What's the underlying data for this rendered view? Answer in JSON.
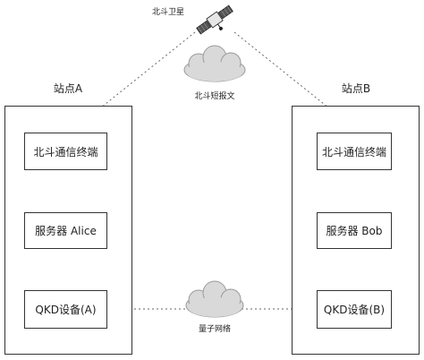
{
  "satellite": {
    "label": "北斗卫星",
    "icon": "satellite-icon"
  },
  "links": {
    "beidou_sms_label": "北斗短报文",
    "quantum_network_label": "量子网络"
  },
  "site_a": {
    "title": "站点A",
    "terminal": "北斗通信终端",
    "server": "服务器 Alice",
    "qkd": "QKD设备(A)"
  },
  "site_b": {
    "title": "站点B",
    "terminal": "北斗通信终端",
    "server": "服务器 Bob",
    "qkd": "QKD设备(B)"
  },
  "colors": {
    "line": "#333333",
    "cloud": "#d9d9d9",
    "cloud_stroke": "#9a9a9a",
    "dotted": "#666666"
  }
}
